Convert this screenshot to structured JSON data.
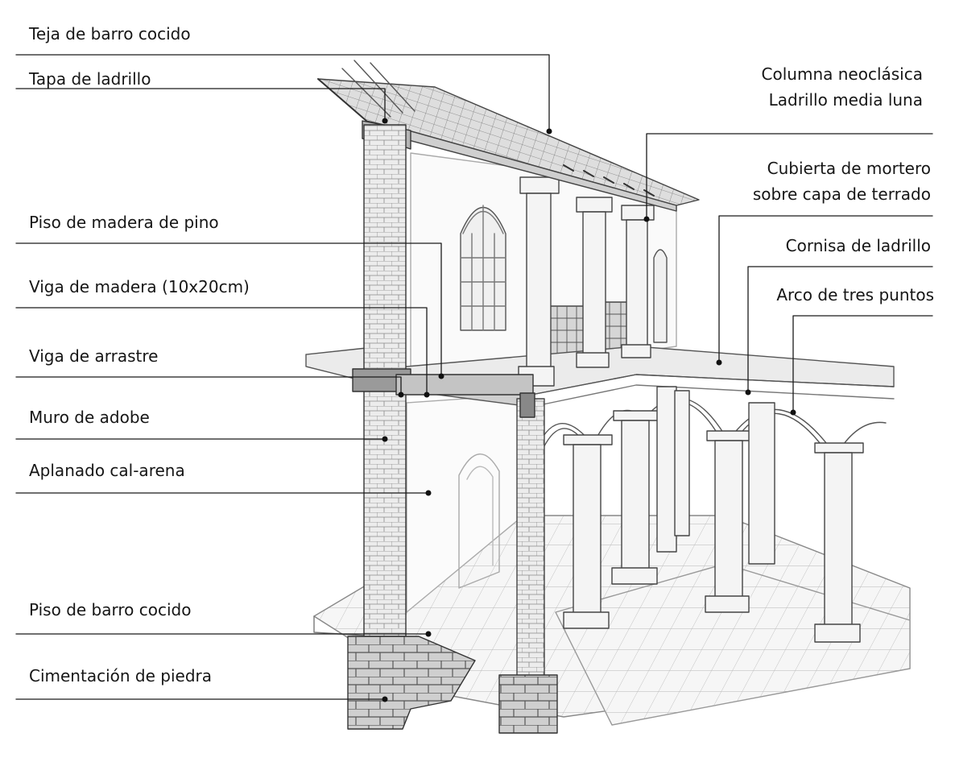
{
  "labels_left": [
    {
      "id": "teja",
      "text": "Teja de barro cocido"
    },
    {
      "id": "tapa",
      "text": "Tapa de ladrillo"
    },
    {
      "id": "piso_pino",
      "text": "Piso de madera de pino"
    },
    {
      "id": "viga_madera",
      "text": "Viga de madera (10x20cm)"
    },
    {
      "id": "viga_arrastre",
      "text": "Viga de arrastre"
    },
    {
      "id": "muro_adobe",
      "text": "Muro de adobe"
    },
    {
      "id": "aplanado",
      "text": "Aplanado cal-arena"
    },
    {
      "id": "piso_barro",
      "text": "Piso de barro cocido"
    },
    {
      "id": "cimentacion",
      "text": "Cimentación de piedra"
    }
  ],
  "labels_right": [
    {
      "id": "columna",
      "lines": [
        "Columna neoclásica",
        "Ladrillo media luna"
      ]
    },
    {
      "id": "cubierta",
      "lines": [
        "Cubierta de mortero",
        "sobre capa de terrado"
      ]
    },
    {
      "id": "cornisa",
      "lines": [
        "Cornisa de ladrillo"
      ]
    },
    {
      "id": "arco",
      "lines": [
        "Arco de tres puntos"
      ]
    }
  ]
}
